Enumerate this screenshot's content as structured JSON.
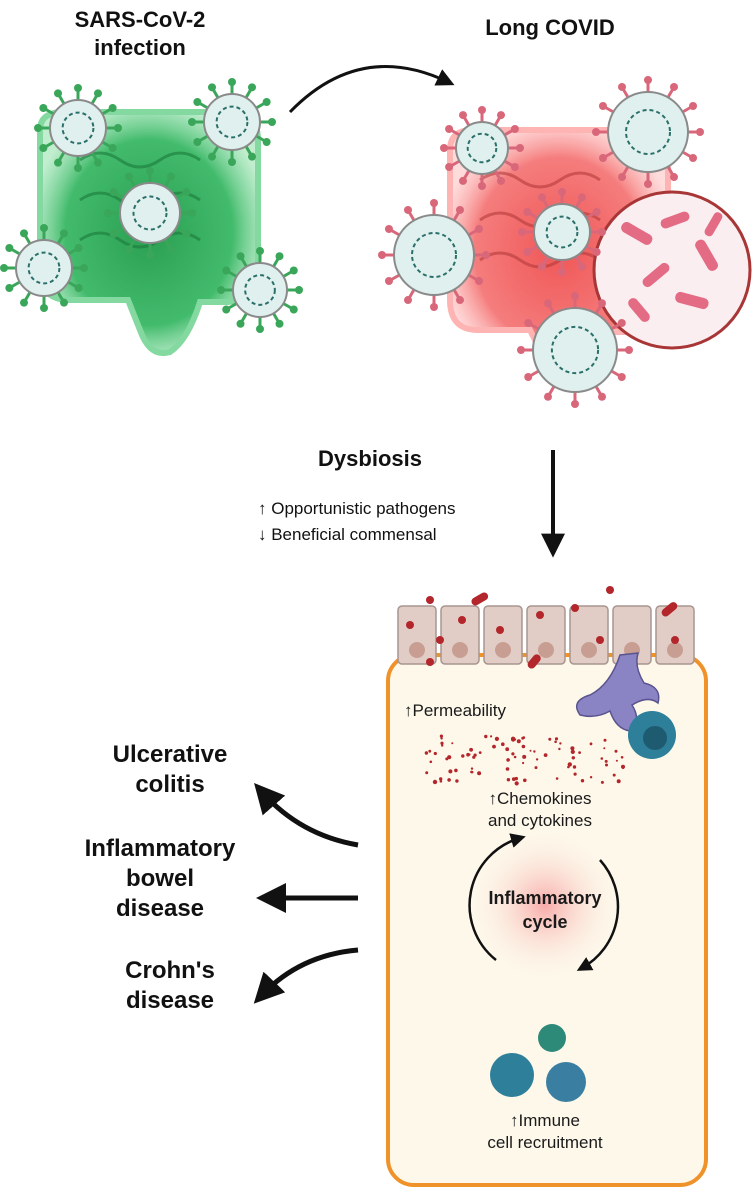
{
  "stages": {
    "infection_title": [
      "SARS-CoV-2",
      "infection"
    ],
    "long_covid_title": "Long COVID"
  },
  "dysbiosis": {
    "title": "Dysbiosis",
    "items": [
      "↑ Opportunistic pathogens",
      "↓ Beneficial commensal"
    ]
  },
  "outcomes": {
    "ulcerative_colitis": [
      "Ulcerative",
      "colitis"
    ],
    "ibd": [
      "Inflammatory",
      "bowel",
      "disease"
    ],
    "crohns": [
      "Crohn's",
      "disease"
    ]
  },
  "gut_tissue": {
    "permeability": "↑Permeability",
    "chemokines": [
      "↑Chemokines",
      "and cytokines"
    ],
    "cycle": [
      "Inflammatory",
      "cycle"
    ],
    "immune": [
      "↑Immune",
      "cell recruitment"
    ]
  },
  "colors": {
    "healthy_gut": "#2fb25a",
    "inflamed_gut": "#f06a6a",
    "virus_spike_green": "#3aa65a",
    "virus_spike_red": "#d9677a",
    "tissue_border": "#f0922a",
    "tissue_fill": "#fdf8ea",
    "bacteria": "#b3262b",
    "immune_cell": "#2d7f9a",
    "dendritic_cell": "#8b84c4"
  }
}
